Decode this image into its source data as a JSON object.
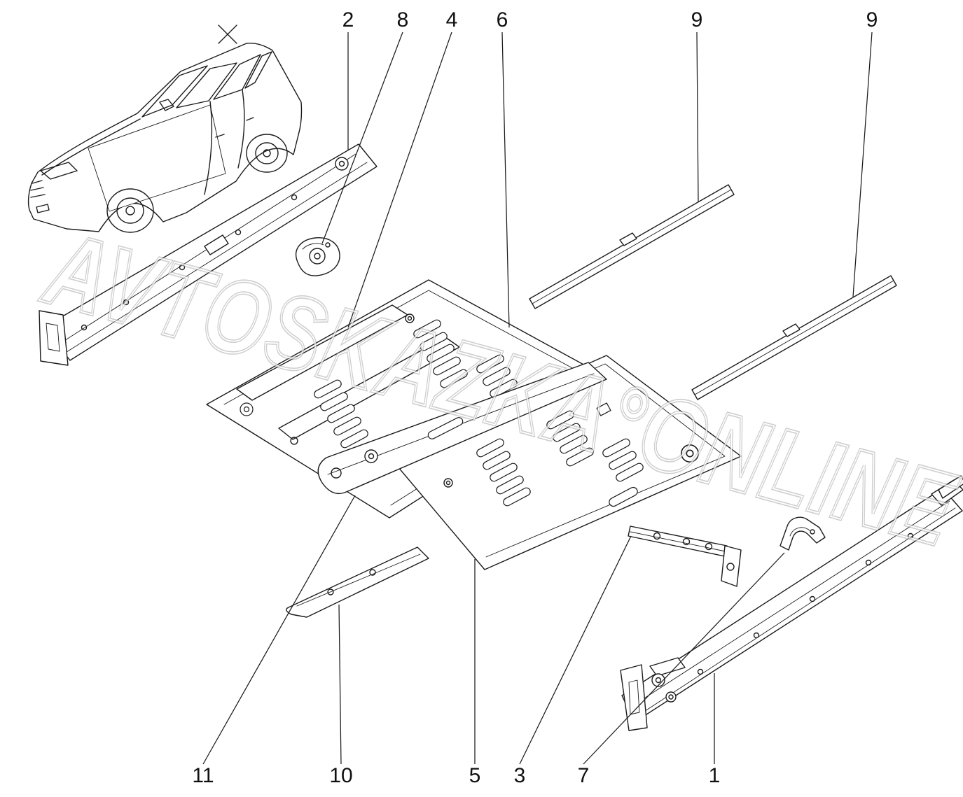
{
  "watermark": {
    "text": "AVTOSKAZKA°ONLINE"
  },
  "callouts": {
    "top": [
      {
        "label": "2"
      },
      {
        "label": "8"
      },
      {
        "label": "4"
      },
      {
        "label": "6"
      },
      {
        "label": "9"
      },
      {
        "label": "9"
      }
    ],
    "bottom": [
      {
        "label": "11"
      },
      {
        "label": "10"
      },
      {
        "label": "5"
      },
      {
        "label": "3"
      },
      {
        "label": "7"
      },
      {
        "label": "1"
      }
    ]
  }
}
